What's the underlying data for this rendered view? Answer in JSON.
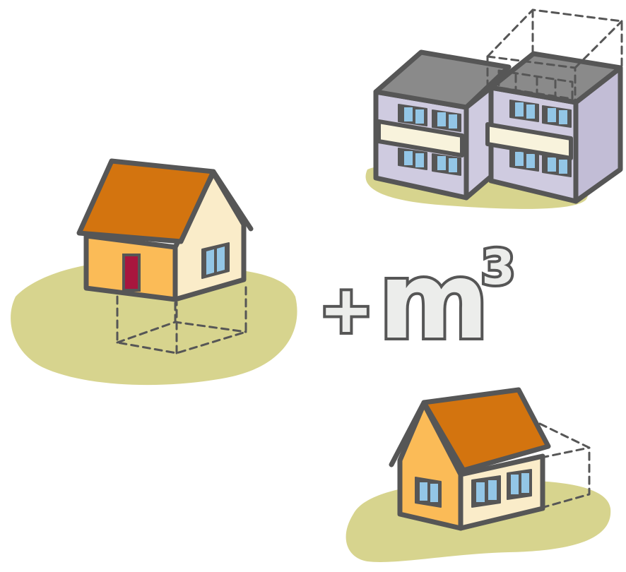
{
  "illustration": {
    "center_symbol": {
      "plus": "+",
      "letter": "m",
      "exponent": "3"
    },
    "scenes": [
      {
        "id": "house-with-basement-extension",
        "icon": "house-icon"
      },
      {
        "id": "apartment-rooftop-extension",
        "icon": "apartment-building-icon"
      },
      {
        "id": "house-side-extension",
        "icon": "house-icon"
      }
    ]
  },
  "colors": {
    "outline": "#565656",
    "grass": "#d7d48e",
    "roof_orange": "#d3740f",
    "wall_orange": "#fbbb57",
    "wall_cream": "#faecc9",
    "door": "#a8163e",
    "window_blue": "#93c6e6",
    "roof_gray": "#8a8a8a",
    "wall_lavender": "#cfcbe0",
    "balcony": "#f8f3dc",
    "symbol_fill": "#ecedeb"
  }
}
